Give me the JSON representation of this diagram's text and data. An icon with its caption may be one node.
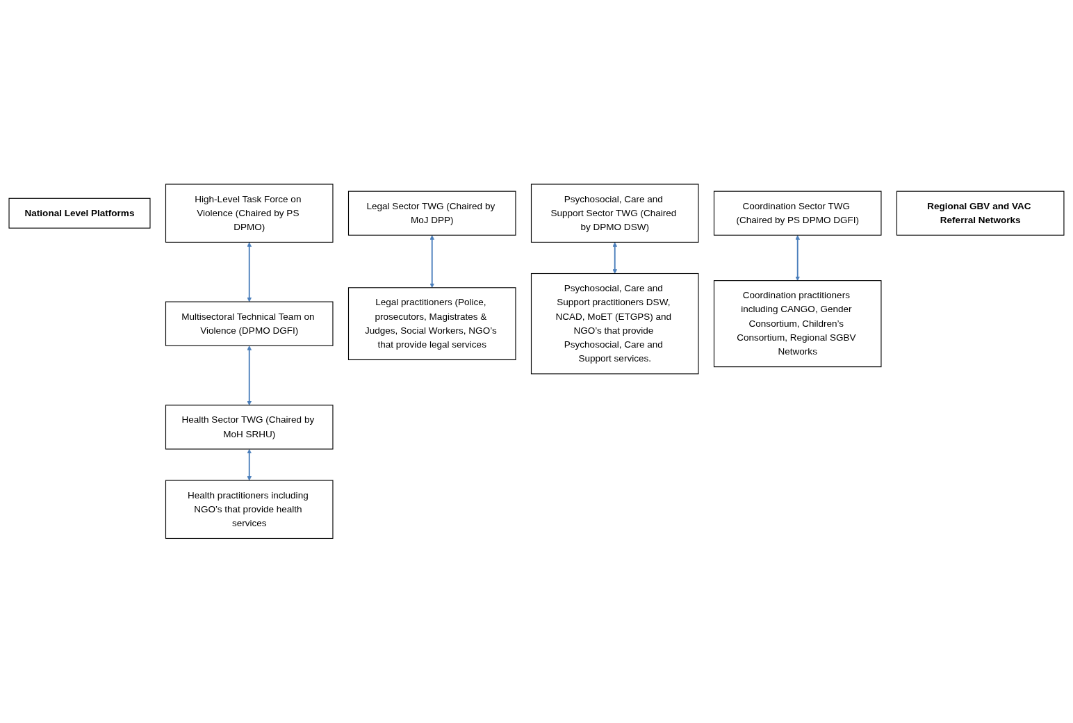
{
  "diagram": {
    "nodes": [
      {
        "text": [
          "National Level Platforms"
        ]
      },
      {
        "text": [
          "High-Level Task Force on Violence (Chaired by PS DPMO)"
        ]
      },
      {
        "text": [
          "Multisectoral Technical Team on Violence (DPMO DGFI)"
        ]
      },
      {
        "text": [
          "Legal Sector TWG (Chaired by MoJ DPP)"
        ]
      },
      {
        "text": [
          "Health Sector TWG (Chaired by MoH SRHU)"
        ]
      },
      {
        "text": [
          "Psychosocial, Care and Support Sector TWG (Chaired by DPMO DSW)"
        ]
      },
      {
        "text": [
          "Coordination Sector TWG (Chaired by PS DPMO DGFI)"
        ]
      },
      {
        "text": [
          "Regional GBV and VAC Referral Networks"
        ]
      },
      {
        "text": [
          "Legal practitioners (Police, prosecutors, Magistrates & Judges, Social Workers, NGO’s that provide legal services"
        ]
      },
      {
        "text": [
          "Health practitioners including NGO’s that provide health services"
        ]
      },
      {
        "text": [
          "Psychosocial, Care and Support practitioners DSW, NCAD, MoET (ETGPS) and NGO’s that provide Psychosocial, Care and Support services."
        ]
      },
      {
        "text": [
          "Coordination practitioners including CANGO, Gender Consortium, Children’s Consortium, Regional SGBV Networks"
        ]
      }
    ],
    "edges": [
      {
        "from": 1,
        "to": 2,
        "arrow": "both"
      },
      {
        "from": 2,
        "to": 4,
        "arrow": "both"
      },
      {
        "from": 3,
        "to": 8,
        "arrow": "both"
      },
      {
        "from": 4,
        "to": 9,
        "arrow": "both"
      },
      {
        "from": 5,
        "to": 10,
        "arrow": "both"
      },
      {
        "from": 6,
        "to": 11,
        "arrow": "both"
      }
    ]
  }
}
